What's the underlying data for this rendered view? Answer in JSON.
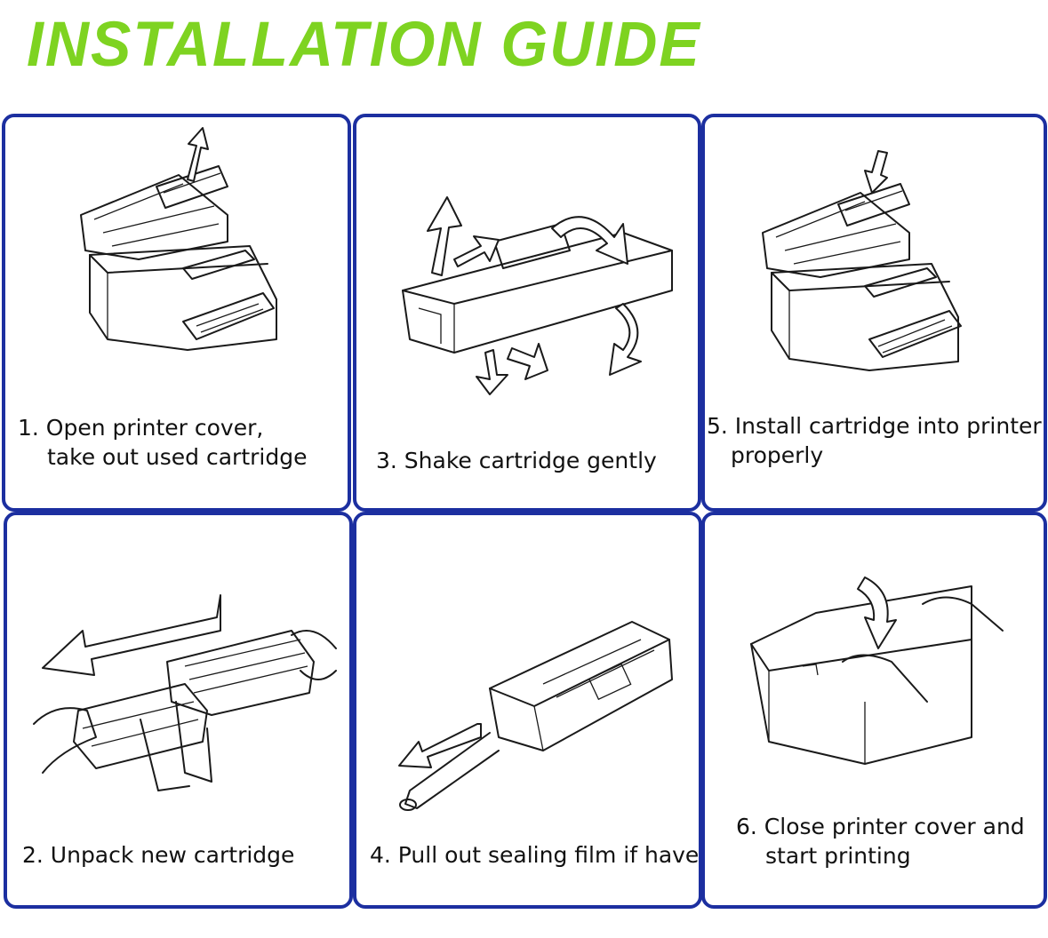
{
  "title": "INSTALLATION GUIDE",
  "colors": {
    "title": "#7ed321",
    "border": "#1c2fa0"
  },
  "steps": [
    {
      "id": "step1",
      "line1": "1. Open printer cover,",
      "line2": "take out used cartridge",
      "icon": "printer-open-remove-icon"
    },
    {
      "id": "step3",
      "line1": "3. Shake cartridge gently",
      "line2": "",
      "icon": "cartridge-shake-icon"
    },
    {
      "id": "step5",
      "line1": "5. Install cartridge into printer",
      "line2": "properly",
      "icon": "printer-open-insert-icon"
    },
    {
      "id": "step2",
      "line1": "2. Unpack new cartridge",
      "line2": "",
      "icon": "cartridge-unpack-icon"
    },
    {
      "id": "step4",
      "line1": "4. Pull out sealing film if have",
      "line2": "",
      "icon": "sealing-film-icon"
    },
    {
      "id": "step6",
      "line1": "6. Close printer cover and",
      "line2": "start printing",
      "icon": "printer-close-icon"
    }
  ]
}
